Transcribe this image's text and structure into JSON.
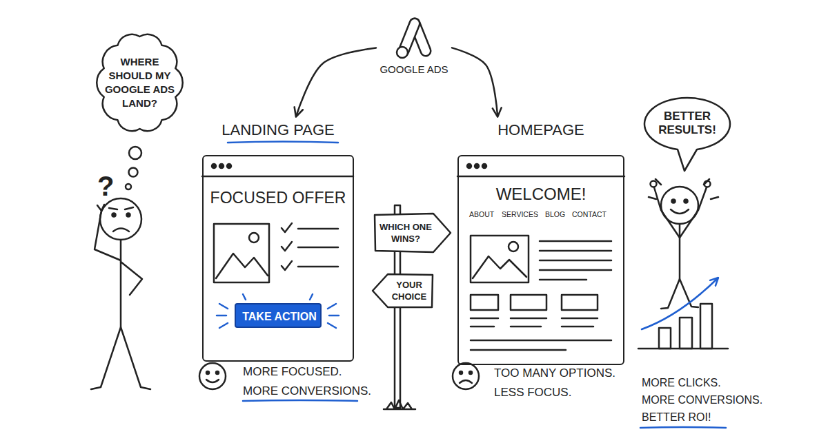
{
  "diagram": {
    "nodes": [
      {
        "text": [
          "WHERE SHOULD MY GOOGLE ADS LAND?"
        ]
      },
      {
        "text": [
          "GOOGLE ADS"
        ]
      },
      {
        "text": [
          "LANDING PAGE",
          "FOCUSED OFFER"
        ]
      },
      {
        "text": [
          "TAKE ACTION"
        ],
        "in": 2
      },
      {
        "text": [
          "WHICH ONE WINS?"
        ]
      },
      {
        "text": [
          "YOUR CHOICE"
        ]
      },
      {
        "text": [
          "HOMEPAGE",
          "WELCOME!",
          "ABOUT",
          "SERVICES",
          "BLOG",
          "CONTACT"
        ]
      },
      {
        "text": [
          "BETTER RESULTS!"
        ]
      }
    ],
    "edges": [
      {
        "from": 1,
        "to": 2,
        "arrow": "to"
      },
      {
        "from": 1,
        "to": 6,
        "arrow": "to"
      }
    ],
    "labels": [
      "?",
      "MORE FOCUSED.",
      "MORE CONVERSIONS.",
      "TOO MANY OPTIONS.",
      "LESS FOCUS.",
      "MORE CLICKS.",
      "MORE CONVERSIONS.",
      "BETTER ROI!"
    ]
  }
}
